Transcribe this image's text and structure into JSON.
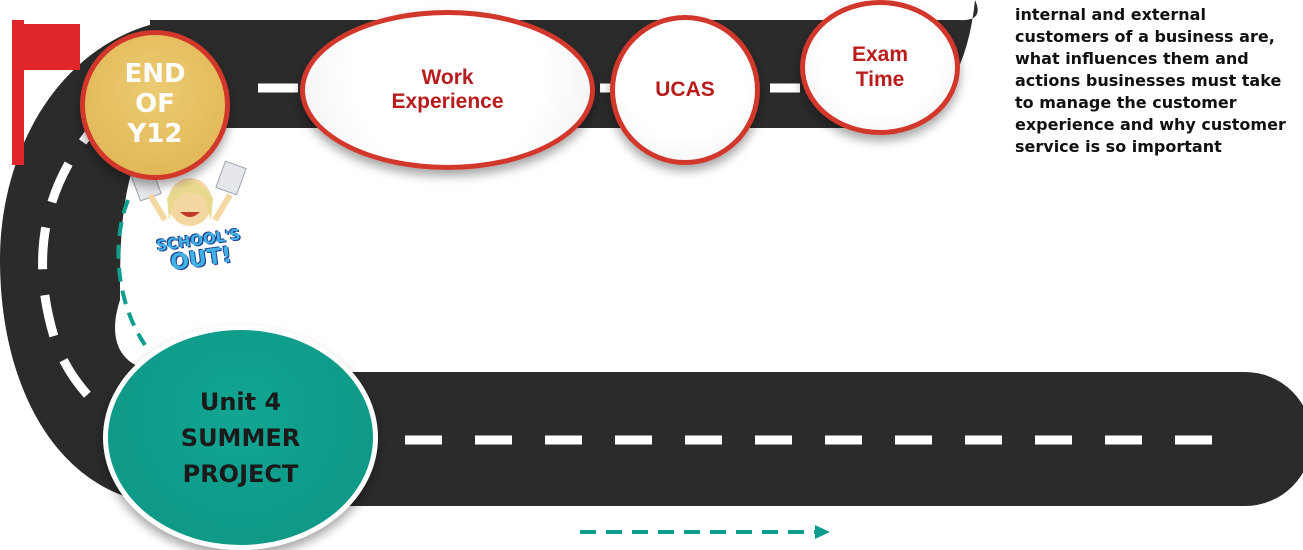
{
  "milestones": {
    "end_y12": [
      "END",
      "OF",
      "Y12"
    ],
    "work_experience": [
      "Work",
      "Experience"
    ],
    "ucas": "UCAS",
    "exam_time": [
      "Exam",
      "Time"
    ],
    "unit4": [
      "Unit 4",
      "SUMMER",
      "PROJECT"
    ]
  },
  "info_text": [
    "internal and external",
    "customers of a business are,",
    "what influences them and",
    "actions businesses must take",
    "to manage the customer",
    "experience and why customer",
    "service is so important"
  ],
  "sticker": {
    "line1": "SCHOOL'S",
    "line2": "OUT!"
  },
  "colors": {
    "road": "#2b2b2b",
    "road_marking": "#ffffff",
    "milestone_border": "#d1372b",
    "milestone_text": "#b91c1c",
    "end_fill": "#e3b95a",
    "unit4_fill": "#12a593",
    "teal_dash": "#0f9e8e",
    "flag": "#e0262b"
  },
  "icons": {
    "flag": "flag-icon",
    "arrow": "arrow-right-icon",
    "sticker": "schools-out-sticker"
  }
}
